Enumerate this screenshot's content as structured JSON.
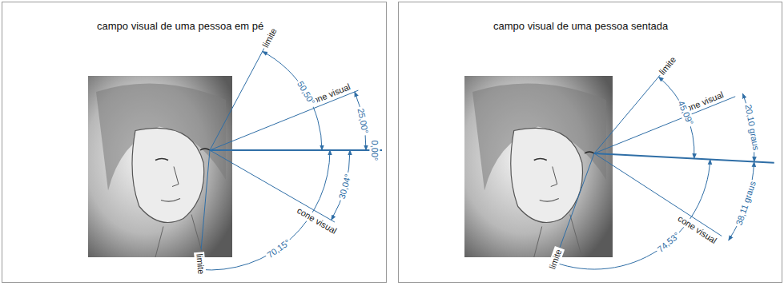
{
  "diagram": {
    "nodes": [
      {
        "text": [
          "campo visual de uma pessoa em pé"
        ]
      },
      {
        "text": [
          "campo visual de uma pessoa sentada"
        ]
      }
    ],
    "labels": [
      "limite",
      "cone visual",
      "50,50°",
      "25,00°",
      "0,00°",
      "30,04°",
      "70,15°",
      "cone visual",
      "limite",
      "limite",
      "cone visual",
      "45,09°",
      "20,10 graus",
      "38,11 graus",
      "74,53°",
      "cone visual",
      "limite"
    ]
  }
}
